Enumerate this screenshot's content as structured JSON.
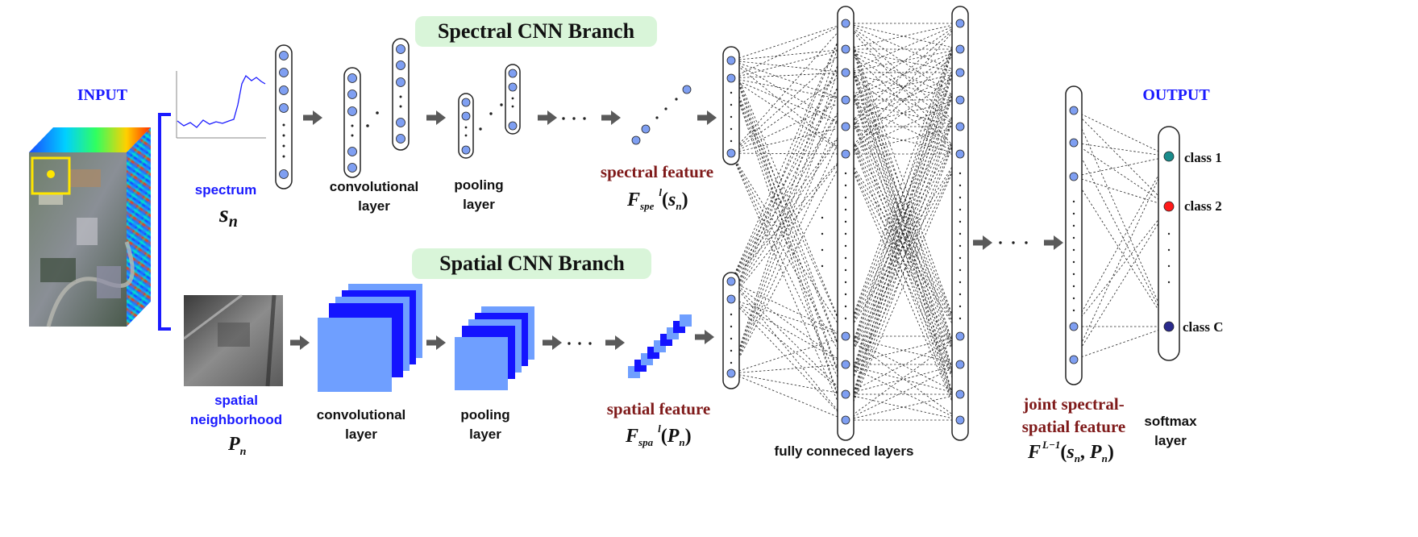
{
  "input_label": "INPUT",
  "output_label": "OUTPUT",
  "spectral_branch_title": "Spectral CNN Branch",
  "spatial_branch_title": "Spatial CNN Branch",
  "spectrum": {
    "label": "spectrum",
    "symbol": "s",
    "subscript": "n"
  },
  "spatial_neighborhood": {
    "line1": "spatial",
    "line2": "neighborhood",
    "symbol": "P",
    "subscript": "n"
  },
  "spectral_conv": {
    "line1": "convolutional",
    "line2": "layer"
  },
  "spectral_pool": {
    "line1": "pooling",
    "line2": "layer"
  },
  "spatial_conv": {
    "line1": "convolutional",
    "line2": "layer"
  },
  "spatial_pool": {
    "line1": "pooling",
    "line2": "layer"
  },
  "spectral_feature": {
    "label": "spectral feature",
    "func": "F",
    "sub": "spe",
    "sup": "l",
    "arg": "s",
    "arg_sub": "n"
  },
  "spatial_feature": {
    "label": "spatial feature",
    "func": "F",
    "sub": "spa",
    "sup": "l",
    "arg": "P",
    "arg_sub": "n"
  },
  "fc_label": "fully conneced layers",
  "joint_feature": {
    "line1": "joint spectral-",
    "line2": "spatial feature",
    "func": "F",
    "sup": "L−1",
    "arg1": "s",
    "arg2": "P",
    "arg_sub": "n"
  },
  "softmax": {
    "line1": "softmax",
    "line2": "layer"
  },
  "classes": [
    {
      "label": "class 1",
      "color": "#1a8c8c"
    },
    {
      "label": "class 2",
      "color": "#ff1a1a"
    },
    {
      "label": "class C",
      "color": "#2a2a8c"
    }
  ],
  "colors": {
    "accent_blue": "#1a1aff",
    "feature_red": "#7f1a1a",
    "branch_bg": "#d9f5d9",
    "node_fill": "#7f9ff2",
    "square_front": "#6f9fff",
    "square_mid": "#1414ff",
    "arrow": "#555555"
  }
}
